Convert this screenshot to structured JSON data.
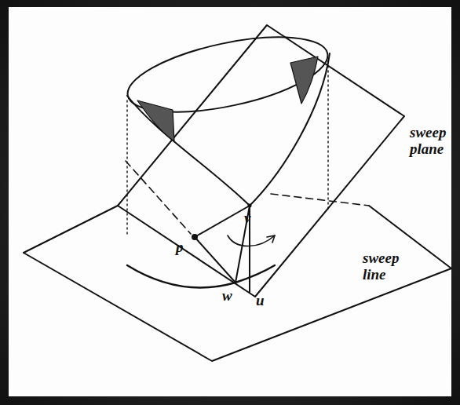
{
  "diagram": {
    "labels": [
      "sweep plane",
      "sweep line",
      "v",
      "p",
      "w",
      "u"
    ]
  }
}
